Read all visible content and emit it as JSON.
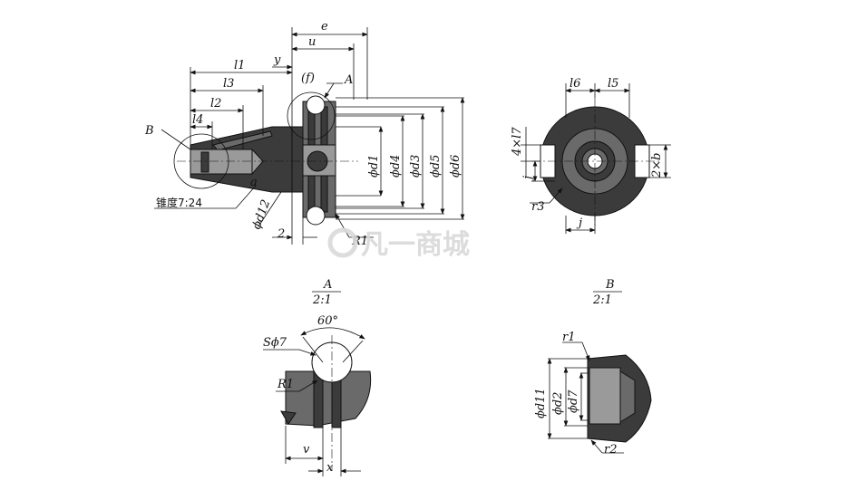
{
  "drawing": {
    "main_view": {
      "labels": {
        "e": "e",
        "u": "u",
        "y": "y",
        "l1": "l1",
        "l3": "l3",
        "l2": "l2",
        "l4": "l4",
        "f": "(f)",
        "A": "A",
        "B": "B",
        "a": "a",
        "d1": "ϕd1",
        "d4": "ϕd4",
        "d3": "ϕd3",
        "d5": "ϕd5",
        "d6": "ϕd6",
        "taper": "锥度7:24",
        "d12": "ϕd12",
        "two": "2",
        "R1": "R1"
      }
    },
    "side_view": {
      "labels": {
        "l6": "l6",
        "l5": "l5",
        "l7": "4×l7",
        "j_left": "j",
        "b": "2×b",
        "r3": "r3",
        "j_bottom": "j"
      }
    },
    "detail_A": {
      "title": "A",
      "scale": "2:1",
      "labels": {
        "angle": "60°",
        "S7": "Sϕ7",
        "R1": "R1",
        "v": "v",
        "x": "x"
      }
    },
    "detail_B": {
      "title": "B",
      "scale": "2:1",
      "labels": {
        "r1": "r1",
        "d11": "ϕd11",
        "d2": "ϕd2",
        "d7": "ϕd7",
        "r2": "r2"
      }
    },
    "watermark": "凡一商城"
  }
}
